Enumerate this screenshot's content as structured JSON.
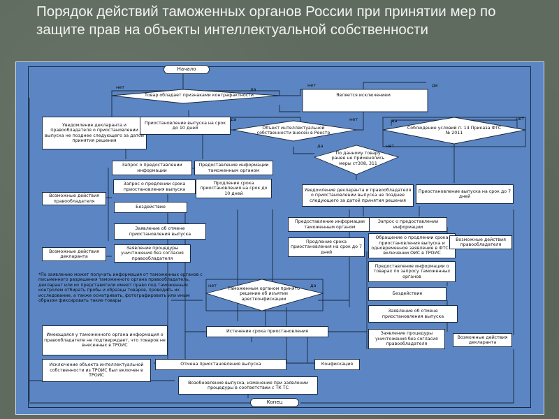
{
  "title": "Порядок действий таможенных органов России при принятии мер по защите прав на объекты интеллектуальной собственности",
  "nodes": {
    "start": "Начало",
    "end": "Конец",
    "d_signs": "Товар обладает признаками контрафактности",
    "d_exception": "Является исключением",
    "d_object": "Объект интеллектуальной собственности внесен в Реестр",
    "d_rules": "Соблюдение условий п. 14 Приказа ФТС № 2011",
    "d_applied": "По данному товару ранее не применялись меры ст308, 311",
    "d_decision": "Таможенным органом принято решение об изъятии арестконфискации",
    "notify_left": "Уведомление декларанта и правообладателя о приостановлении выпуска не позднее следующего за датой принятия решения",
    "suspend_release": "Приостановление выпуска на срок до 10 дней",
    "req_info_top": "Запрос о предоставлении информации",
    "provide_info_top": "Предоставление информации таможенным органом",
    "req_extend": "Запрос о продлении срока приостановления выпуска",
    "extend_days": "Продление срока приостановления на срок до 10 дней",
    "inaction": "Бездействие",
    "rights_holder_opts": "Возможные действия правообладателя",
    "cancel_app_left": "Заявление об отмене приостановления выпуска",
    "declarant_opts_left": "Возможные действия декларанта",
    "destroy_proc_left": "Заявление процедуры уничтожения без согласия правообладателя",
    "notify_right": "Уведомление декларанта и правообладателя о приостановлении выпуска не позднее следующего за датой принятия решения",
    "suspend_right": "Приостановление выпуска на срок до 7 дней",
    "provide_info_right": "Предоставление информации таможенным органом",
    "req_info_right": "Запрос о предоставлении информации",
    "extend_right": "Продление срока приостановления на срок до 7 дней",
    "request_extend_right": "Обращение о продлении срока приостановления выпуска и одновременное заявление в ФТС о включении ОИС в ТРОИС",
    "rights_holder_opts_right": "Возможные действия правообладателя",
    "provide_samples": "Предоставление информации о товарах по запросу таможенных органов",
    "inaction_right": "Бездействие",
    "cancel_app_right": "Заявление об отмене приостановления выпуска",
    "destroy_proc_right": "Заявление процедуры уничтожения без согласия правообладателя",
    "declarant_opts_right": "Возможные действия декларанта",
    "info_available": "Имеющаяся у таможенного органа информация о правообладателе не подтверждает, что товаров не внесенных в ТРОИС",
    "expire": "Истечение срока приостановления",
    "exclusion": "Исключение объекта интеллектуальной собственности из ТРОИС был включен в ТРОИС",
    "cancel_suspend": "Отмена приостановления выпуска",
    "confiscation": "Конфискация",
    "resume": "Возобновление выпуска, изменение при заявлении процедуры в соответствии с ТК ТС"
  },
  "note": "*По заявлению может получать информация от таможенных органов с письменного разрешения таможенного органа правообладатель, декларант или их представители имеют право под таможенным контролем отбирать пробы и образцы товаров, проводить их исследование, а также осматривать, фотографировать или иным образом фиксировать такие товары",
  "edge_labels": {
    "no": "нет",
    "yes": "да"
  }
}
